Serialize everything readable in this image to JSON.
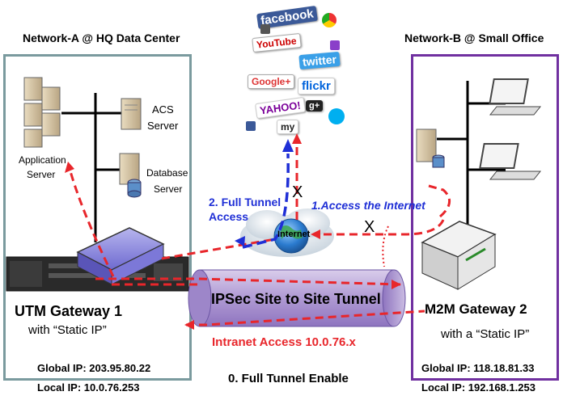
{
  "network_a": {
    "title": "Network-A @ HQ Data Center",
    "acs_server": [
      "ACS",
      "Server"
    ],
    "application_server": [
      "Application",
      "Server"
    ],
    "database_server": [
      "Database",
      "Server"
    ],
    "gateway_name": "UTM Gateway 1",
    "gateway_sub": "with “Static IP”",
    "global_ip": "Global IP: 203.95.80.22",
    "local_ip": "Local IP: 10.0.76.253",
    "border_color": "#7a9a9e"
  },
  "network_b": {
    "title": "Network-B @ Small Office",
    "gateway_name": "M2M Gateway 2",
    "gateway_sub": "with a “Static IP”",
    "global_ip": "Global IP: 118.18.81.33",
    "local_ip": "Local IP: 192.168.1.253",
    "border_color": "#7030a0"
  },
  "internet": {
    "label": "Internet"
  },
  "tunnel": {
    "label": "IPSec Site to Site Tunnel",
    "color": "#b7a4d6"
  },
  "annotations": {
    "full_tunnel_access": [
      "2. Full Tunnel",
      "Access"
    ],
    "access_internet": "1.Access the Internet",
    "intranet_access": "Intranet  Access 10.0.76.x",
    "full_tunnel_enable": "0. Full Tunnel Enable",
    "blocked_mark": "X"
  },
  "social_logos": [
    "facebook",
    "YouTube",
    "twitter",
    "Google+",
    "flickr",
    "YAHOO!",
    "g+",
    "my"
  ],
  "colors": {
    "red_path": "#e8262b",
    "blue_path": "#1f2fd6",
    "blue_text": "#1f2fd6"
  }
}
